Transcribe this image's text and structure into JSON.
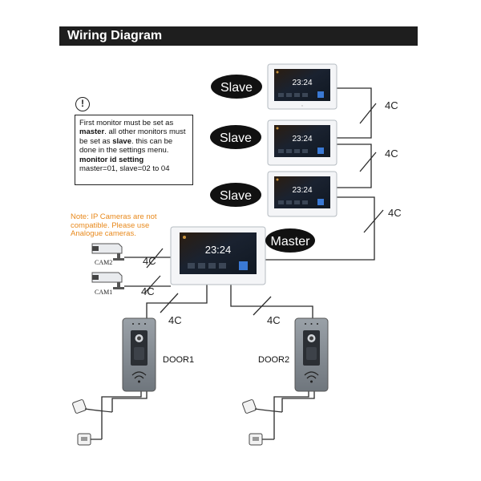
{
  "title": "Wiring Diagram",
  "info_box": {
    "icon": "info-icon",
    "text_1": "First monitor must be set as",
    "bold_master": "master",
    "text_2": ". all other monitors must be set as",
    "bold_slave": "slave",
    "text_3": ". this can be done in the settings menu.",
    "bold_setting": "monitor id setting",
    "text_4": "master=01, slave=02 to 04"
  },
  "note": "Note: IP Cameras are not compatible. Please use Analogue cameras.",
  "monitors": [
    {
      "role": "Slave",
      "clock": "23:24"
    },
    {
      "role": "Slave",
      "clock": "23:24"
    },
    {
      "role": "Slave",
      "clock": "23:24"
    },
    {
      "role": "Master",
      "clock": "23:24"
    }
  ],
  "cameras": [
    {
      "label": "CAM2"
    },
    {
      "label": "CAM1"
    }
  ],
  "doors": [
    {
      "label": "DOOR1"
    },
    {
      "label": "DOOR2"
    }
  ],
  "cable_label": "4C",
  "colors": {
    "title_bar": "#1e1e1e",
    "note": "#e8891c",
    "screen": "#1a2230",
    "screen_glow": "#c9933d",
    "frame": "#f4f5f7",
    "wire": "#2a2a2a",
    "door_panel": "#8a9096"
  }
}
